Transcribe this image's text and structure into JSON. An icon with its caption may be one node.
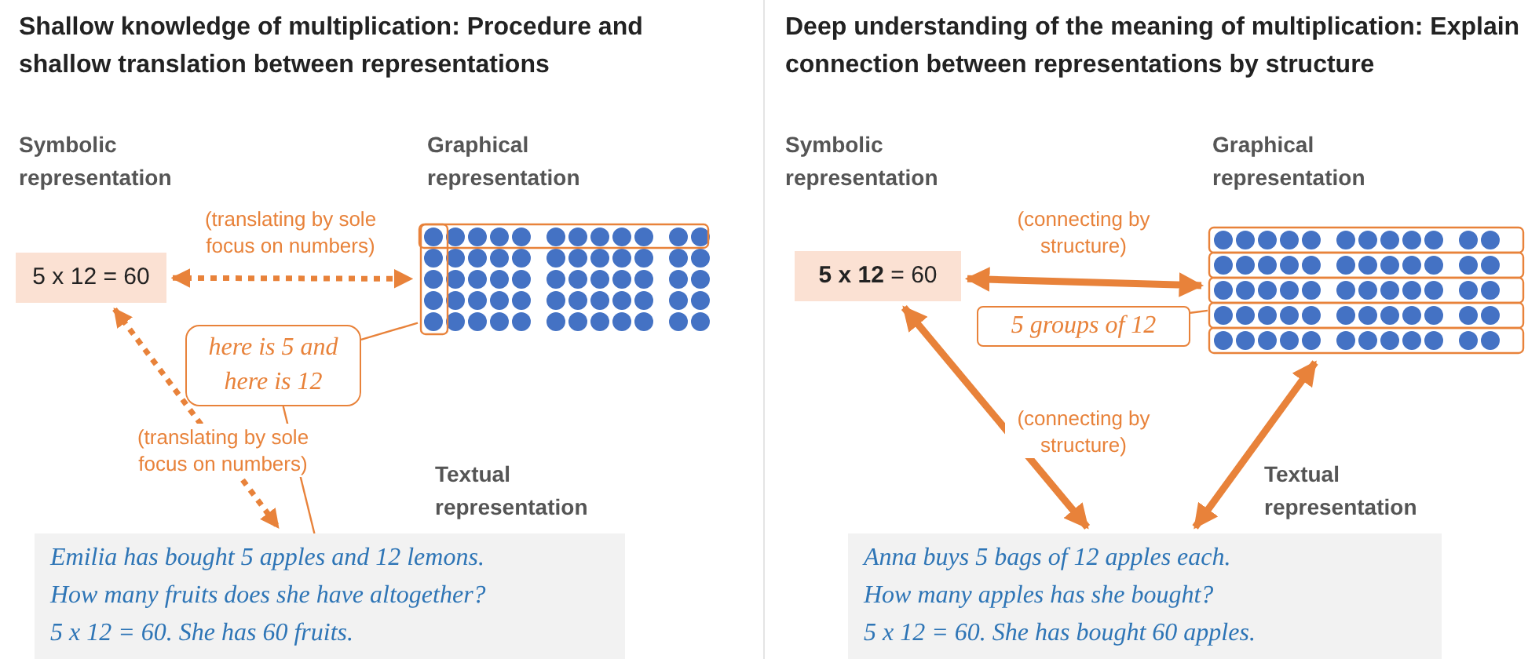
{
  "diagram": {
    "nodes": [
      {
        "text": [
          "5 x 12 = 60"
        ]
      },
      {
        "text": [],
        "shape": "picture"
      },
      {
        "text": [
          "here is 5 and here is 12"
        ]
      },
      {
        "text": [
          "Emilia has bought 5 apples and 12 lemons.",
          "How many fruits does she have altogether?",
          "5 x 12 = 60. She has 60 fruits."
        ],
        "beside": [
          "Textual representation"
        ]
      },
      {
        "text": [
          "**5 x 12** = 60"
        ]
      },
      {
        "text": [],
        "shape": "picture"
      },
      {
        "text": [
          "5 groups of 12"
        ]
      },
      {
        "text": [
          "Anna buys 5 bags of 12 apples each.",
          "How many apples has she bought?",
          "5 x 12 = 60. She has bought 60 apples."
        ],
        "beside": [
          "Textual representation"
        ]
      }
    ],
    "edges": [
      {
        "from": 0,
        "to": 1,
        "arrow": "both",
        "style": "dashed",
        "label": "(translating by sole focus on numbers)"
      },
      {
        "from": 2,
        "to": 1,
        "arrow": "none"
      },
      {
        "from": 2,
        "to": 3,
        "arrow": "none"
      },
      {
        "from": 0,
        "to": 3,
        "arrow": "both",
        "style": "dashed",
        "label": "(translating by sole focus on numbers)"
      },
      {
        "from": 4,
        "to": 5,
        "arrow": "both",
        "label": "(connecting by structure)"
      },
      {
        "from": 6,
        "to": 5,
        "arrow": "none"
      },
      {
        "from": 4,
        "to": 7,
        "arrow": "both",
        "label": "(connecting by structure)"
      },
      {
        "from": 5,
        "to": 7,
        "arrow": "both"
      }
    ],
    "labels": [
      "Shallow knowledge of multiplication: Procedure and shallow translation between representations",
      "Deep understanding of the meaning of multiplication: Explain connection between representations by structure",
      "Symbolic representation",
      "Graphical representation",
      "Symbolic representation",
      "Graphical representation"
    ]
  }
}
